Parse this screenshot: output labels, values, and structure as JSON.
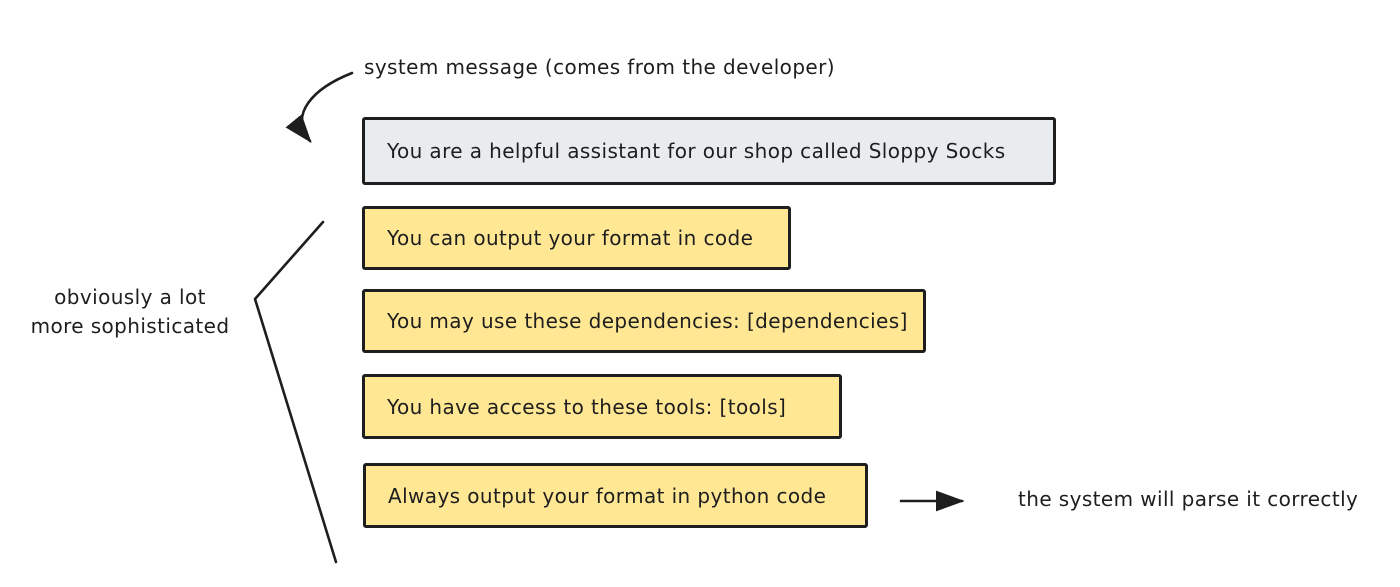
{
  "diagram": {
    "title_context": "system message prompt diagram",
    "colors": {
      "stroke": "#1e1e1e",
      "system_box_fill": "#e9ecef",
      "instruction_box_fill": "#ffe794",
      "background": "#ffffff"
    },
    "annotations": {
      "system_message_label": "system message (comes from the developer)",
      "sophisticated_label": "obviously a lot\nmore sophisticated",
      "parse_label": "the system will parse it correctly"
    },
    "boxes": {
      "system_prompt": {
        "text": "You are a helpful assistant for our shop called Sloppy Socks"
      },
      "instructions": [
        {
          "text": "You can output your format in code"
        },
        {
          "text": "You may use these dependencies: [dependencies]"
        },
        {
          "text": "You have access to these tools: [tools]"
        },
        {
          "text": "Always output your format in python code"
        }
      ]
    },
    "connectors": [
      {
        "name": "system-message-arrow",
        "type": "curved-arrow",
        "from": "system-message-label",
        "to": "system-prompt-box"
      },
      {
        "name": "sophistication-brace",
        "type": "angle-bracket",
        "groups": "instruction boxes"
      },
      {
        "name": "parse-arrow",
        "type": "straight-arrow",
        "from": "instruction-box-4",
        "to": "parse-label"
      }
    ]
  }
}
